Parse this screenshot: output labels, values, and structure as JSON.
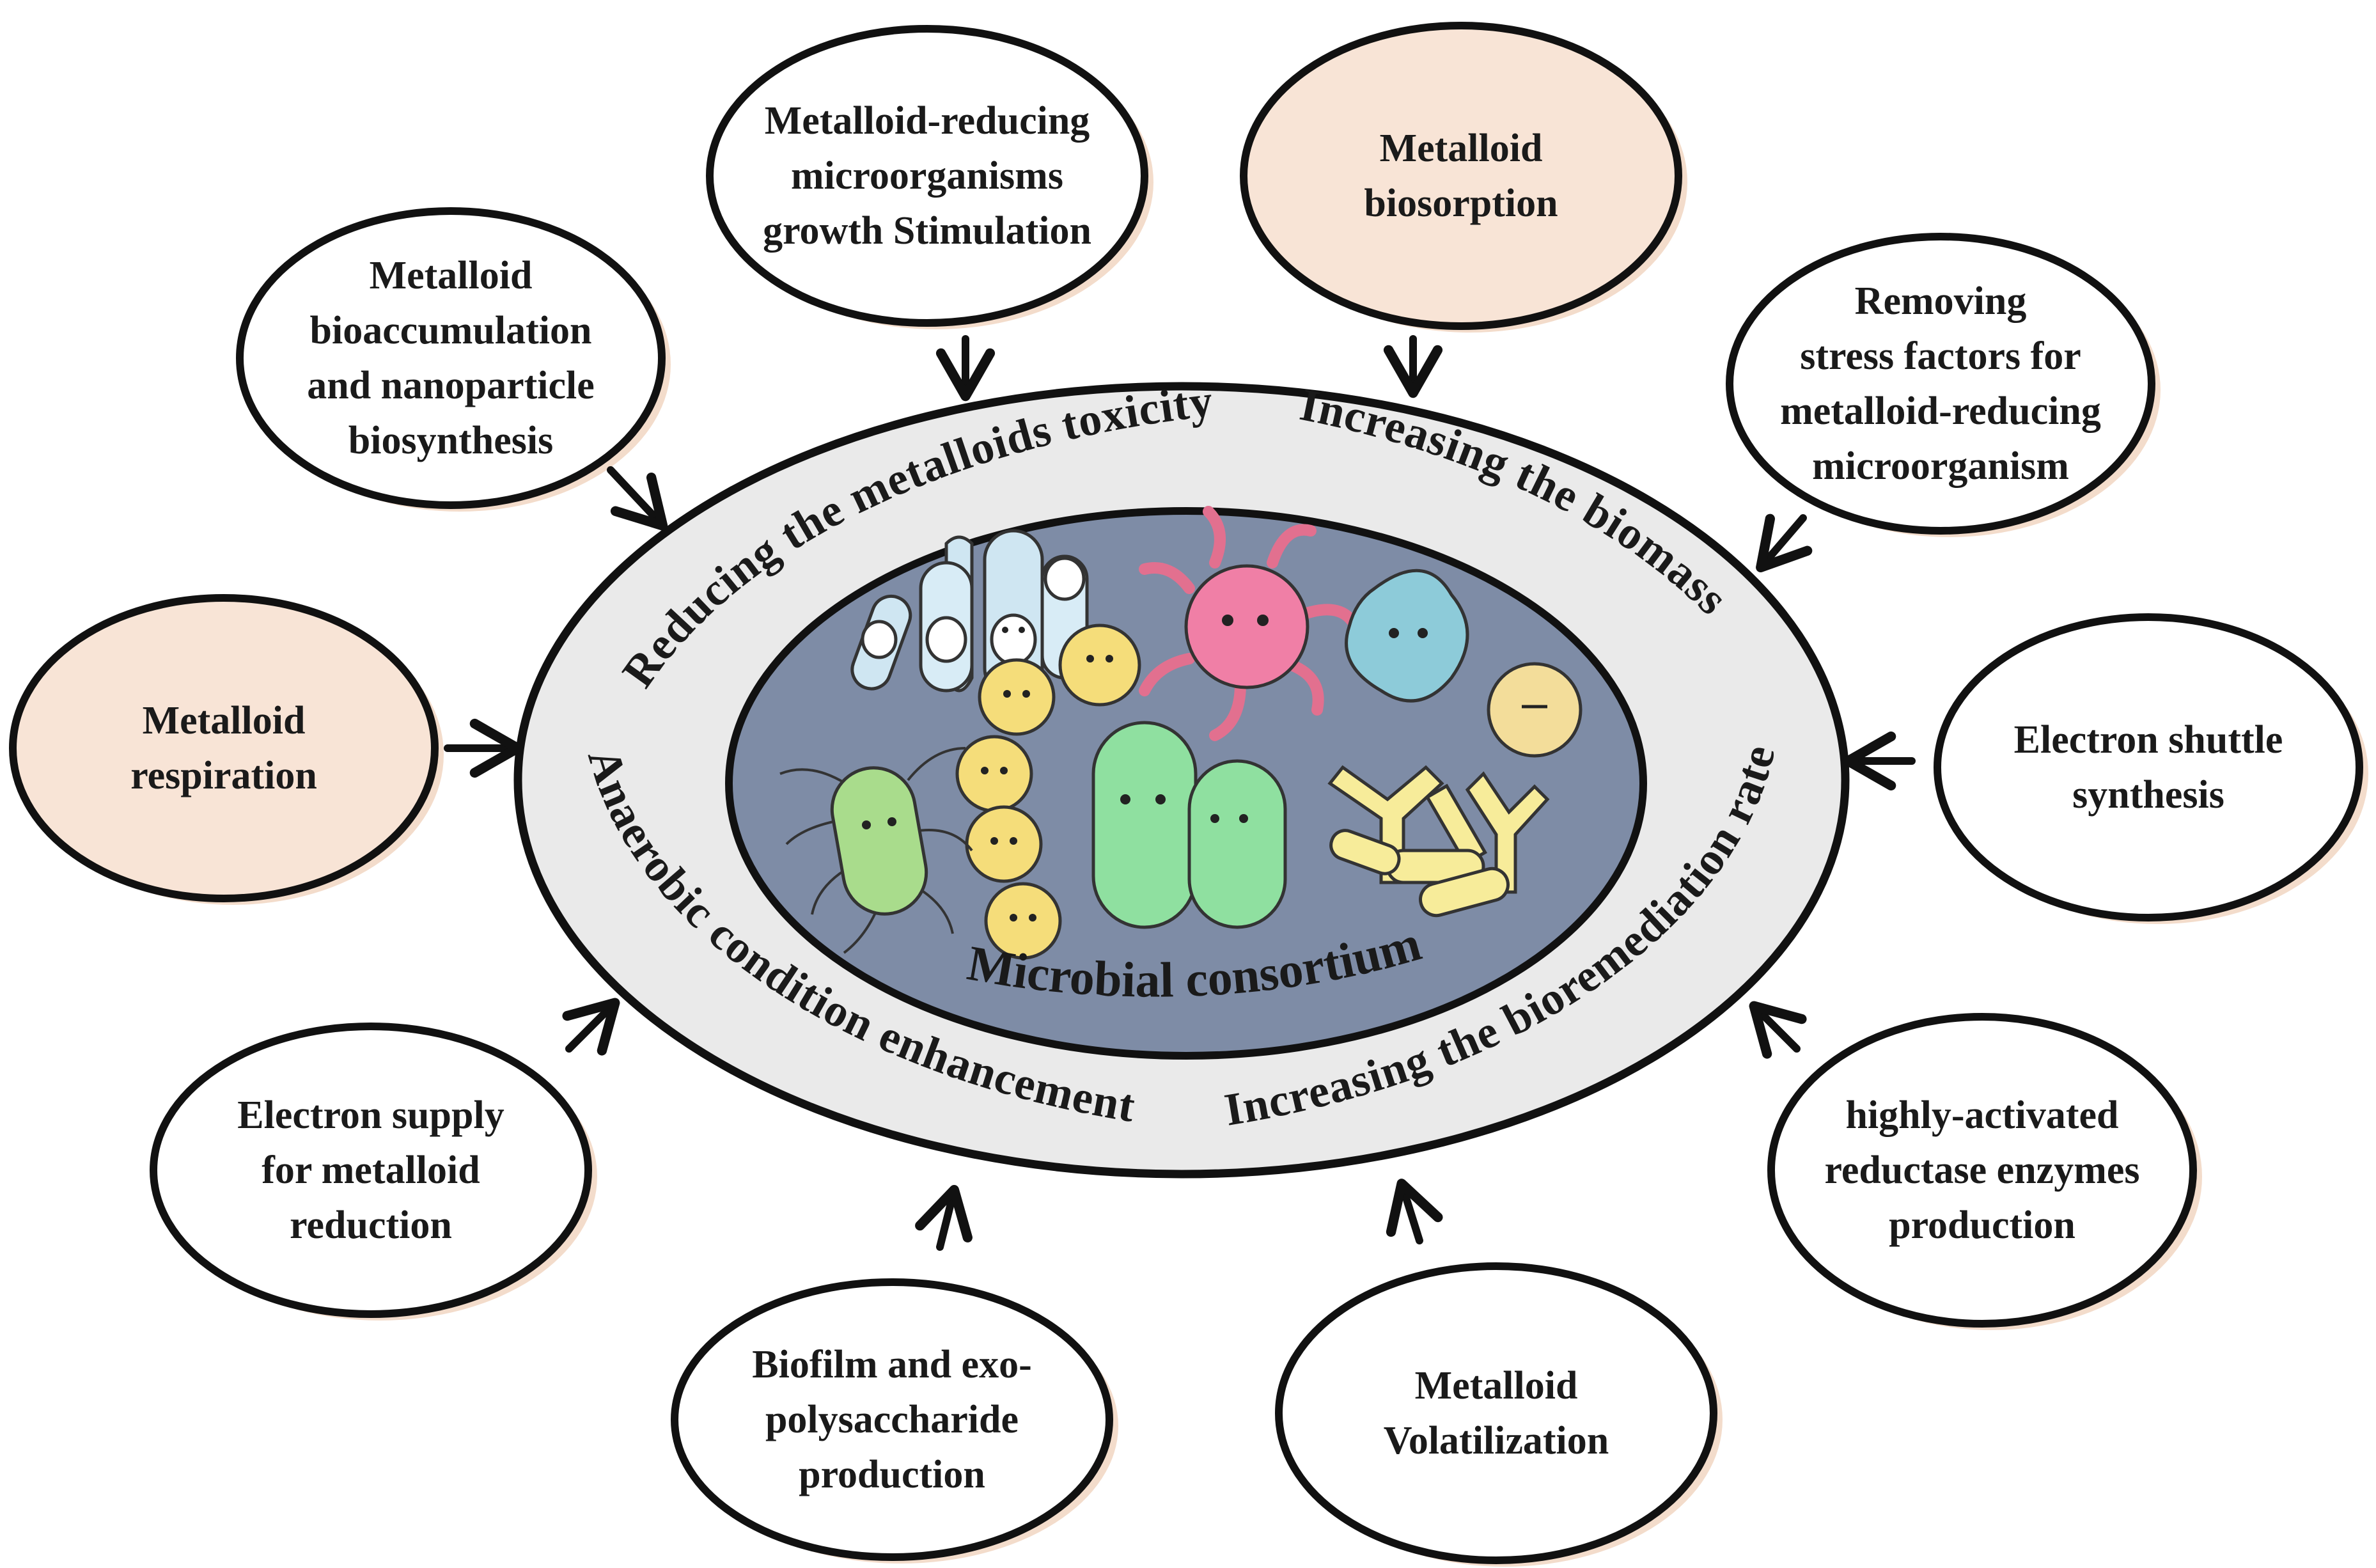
{
  "center": {
    "label": "Microbial consortium",
    "microbes": [
      "spore-cluster",
      "cocci-chain",
      "pink-tentacle-microbe",
      "blue-amoeba-microbe",
      "green-flagellated-bacillus",
      "green-bacillus-pair",
      "yellow-round-microbe",
      "yellow-y-shaped-bacteria"
    ]
  },
  "ring": {
    "top_left": "Reducing the metalloids toxicity",
    "top_right": "Increasing the biomass",
    "bottom_left": "Anaerobic condition enhancement",
    "bottom_right": "Increasing the bioremediation rate"
  },
  "bubbles": [
    {
      "id": "growth-stimulation",
      "lines": [
        "Metalloid-reducing",
        "microorganisms",
        "growth Stimulation"
      ],
      "fill": "white"
    },
    {
      "id": "biosorption",
      "lines": [
        "Metalloid",
        "biosorption"
      ],
      "fill": "peach"
    },
    {
      "id": "bioaccumulation",
      "lines": [
        "Metalloid",
        "bioaccumulation",
        "and nanoparticle",
        "biosynthesis"
      ],
      "fill": "white"
    },
    {
      "id": "stress-factors",
      "lines": [
        "Removing",
        "stress factors for",
        "metalloid-reducing",
        "microorganism"
      ],
      "fill": "white"
    },
    {
      "id": "respiration",
      "lines": [
        "Metalloid",
        "respiration"
      ],
      "fill": "peach"
    },
    {
      "id": "electron-shuttle",
      "lines": [
        "Electron shuttle",
        "synthesis"
      ],
      "fill": "white"
    },
    {
      "id": "electron-supply",
      "lines": [
        "Electron supply",
        "for metalloid",
        "reduction"
      ],
      "fill": "white"
    },
    {
      "id": "reductase-enzymes",
      "lines": [
        "highly-activated",
        "reductase enzymes",
        "production"
      ],
      "fill": "white"
    },
    {
      "id": "biofilm",
      "lines": [
        "Biofilm and exo-",
        "polysaccharide",
        "production"
      ],
      "fill": "white"
    },
    {
      "id": "volatilization",
      "lines": [
        "Metalloid",
        "Volatilization"
      ],
      "fill": "white"
    }
  ],
  "colors": {
    "peach": "#f8e4d6",
    "bubble_shadow": "#f3dccb",
    "ring_fill": "#eaeaea",
    "center_fill": "#7e8ca6",
    "outline": "#111111"
  }
}
